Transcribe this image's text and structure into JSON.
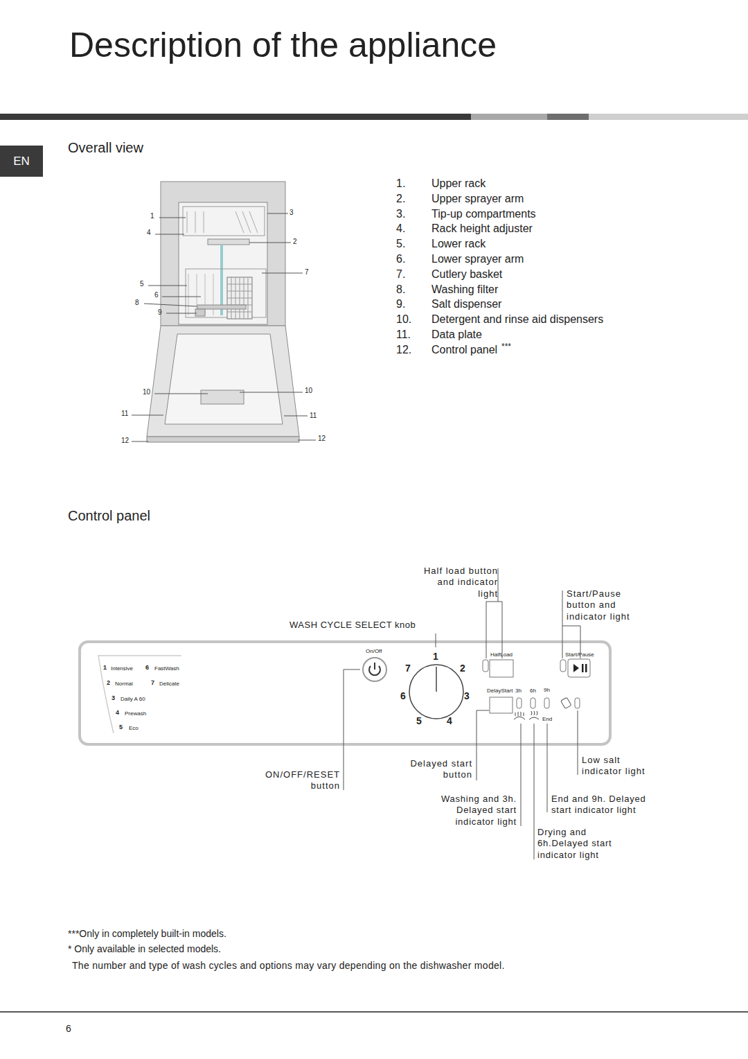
{
  "diagram": {
    "title": "Description of the appliance",
    "nodes": [
      {
        "text": [
          "EN"
        ]
      }
    ],
    "labels": [
      "Overall view",
      "1",
      "3",
      "4",
      "2",
      "7",
      "5",
      "6",
      "8",
      "9",
      "10",
      "10",
      "11",
      "11",
      "12",
      "12",
      "1.",
      "Upper rack",
      "2.",
      "Upper sprayer arm",
      "3.",
      "Tip-up compartments",
      "4.",
      "Rack height adjuster",
      "5.",
      "Lower rack",
      "6.",
      "Lower sprayer arm",
      "7.",
      "Cutlery basket",
      "8.",
      "Washing filter",
      "9.",
      "Salt dispenser",
      "10.",
      "Detergent and rinse aid dispensers",
      "11.",
      "Data plate",
      "12.",
      "Control panel",
      "***",
      "Control panel",
      "WASH CYCLE SELECT knob",
      "Half load button and indicator light",
      "Start/Pause button and indicator light",
      "ON/OFF/RESET button",
      "Delayed start button",
      "Washing and 3h. Delayed start indicator light",
      "End and 9h. Delayed start indicator light",
      "Low salt indicator light",
      "Drying and 6h.Delayed start indicator light",
      "1",
      "Intensive",
      "6",
      "FastWash",
      "2",
      "Normal",
      "7",
      "Delicate",
      "3",
      "Daily A 60",
      "4",
      "Prewash",
      "5",
      "Eco",
      "On/Off",
      "1",
      "2",
      "3",
      "4",
      "5",
      "6",
      "7",
      "HalfLoad",
      "Start/Pause",
      "DelayStart",
      "3h",
      "6h",
      "9h",
      "End",
      "***Only in completely built-in models.",
      "* Only available in selected models.",
      "The number and type of wash cycles and options may vary depending on the dishwasher model.",
      "6"
    ]
  }
}
